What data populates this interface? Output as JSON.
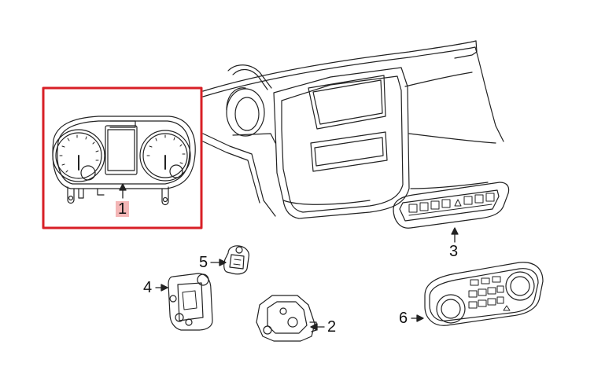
{
  "callouts": [
    {
      "id": "1",
      "text": "1",
      "highlighted": true
    },
    {
      "id": "2",
      "text": "2"
    },
    {
      "id": "3",
      "text": "3"
    },
    {
      "id": "4",
      "text": "4"
    },
    {
      "id": "5",
      "text": "5"
    },
    {
      "id": "6",
      "text": "6"
    }
  ],
  "colors": {
    "line": "#222222",
    "highlight_box": "#d81f26",
    "highlight_fill": "#f4b6b6",
    "background": "#ffffff"
  }
}
